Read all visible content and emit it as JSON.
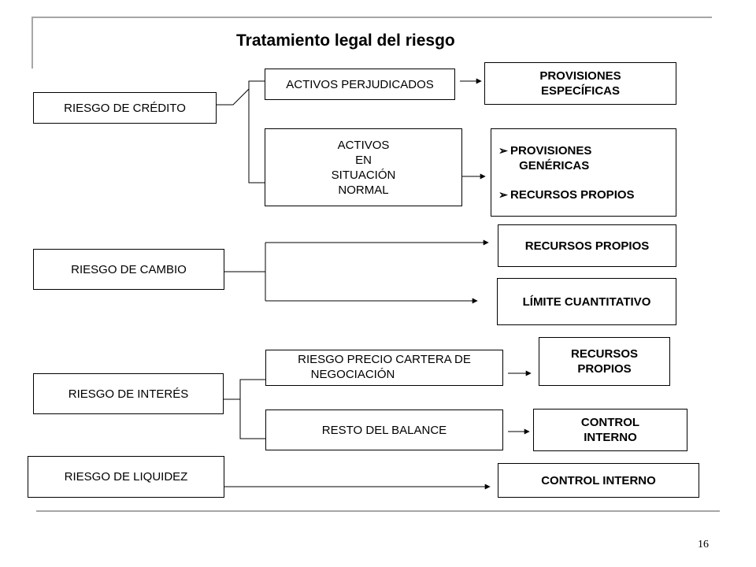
{
  "title": "Tratamiento legal del riesgo",
  "page_number": "16",
  "risks": {
    "credito": "RIESGO DE CRÉDITO",
    "cambio": "RIESGO DE CAMBIO",
    "interes": "RIESGO DE INTERÉS",
    "liquidez": "RIESGO DE LIQUIDEZ"
  },
  "middle": {
    "activos_perjudicados": "ACTIVOS PERJUDICADOS",
    "activos_normal": [
      "ACTIVOS",
      "EN",
      "SITUACIÓN",
      "NORMAL"
    ],
    "riesgo_precio": [
      "RIESGO PRECIO CARTERA DE",
      "NEGOCIACIÓN"
    ],
    "resto_balance": "RESTO DEL BALANCE"
  },
  "outcomes": {
    "provisiones_especificas": [
      "PROVISIONES",
      "ESPECÍFICAS"
    ],
    "genericas_list": {
      "item1_line1": "PROVISIONES",
      "item1_line2": "GENÉRICAS",
      "item2": "RECURSOS PROPIOS"
    },
    "cambio_recursos": "RECURSOS PROPIOS",
    "cambio_limite": "LÍMITE CUANTITATIVO",
    "interes_recursos": [
      "RECURSOS",
      "PROPIOS"
    ],
    "interes_control": [
      "CONTROL",
      "INTERNO"
    ],
    "liquidez_control": "CONTROL INTERNO"
  }
}
